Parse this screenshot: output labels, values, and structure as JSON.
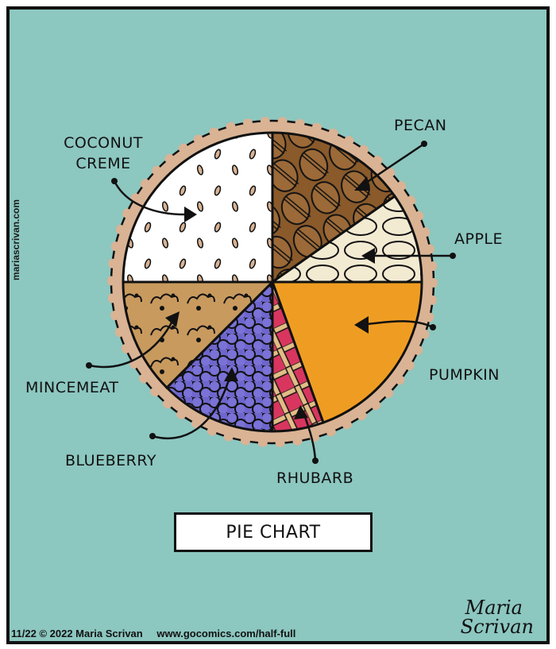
{
  "comic": {
    "title": "PIE CHART",
    "side_credit": "mariascrivan.com",
    "footer": {
      "date": "11/22",
      "copyright": "© 2022  Maria Scrivan",
      "url": "www.gocomics.com/half-full"
    },
    "signature": {
      "line1": "Maria",
      "line2": "Scrivan"
    },
    "colors": {
      "background": "#8cc7c0",
      "crust": "#d9b394",
      "coconut_creme": "#ffffff",
      "pecan": "#8a5a2b",
      "apple": "#f3ead2",
      "pumpkin": "#ef9d22",
      "rhubarb": "#d8365f",
      "blueberry": "#6e66cc",
      "mincemeat": "#c89a5e"
    },
    "labels": {
      "coconut_line1": "COCONUT",
      "coconut_line2": "CREME",
      "pecan": "PECAN",
      "apple": "APPLE",
      "pumpkin": "PUMPKIN",
      "rhubarb": "RHUBARB",
      "blueberry": "BLUEBERRY",
      "mincemeat": "MINCEMEAT"
    }
  },
  "chart_data": {
    "type": "pie",
    "title": "PIE CHART",
    "categories": [
      "Coconut Creme",
      "Pecan",
      "Apple",
      "Pumpkin",
      "Rhubarb",
      "Blueberry",
      "Mincemeat"
    ],
    "values": [
      25,
      15,
      10,
      19,
      6,
      12,
      13
    ],
    "unit": "approximate % of pie (estimated from slice angles)",
    "start_angle_deg": 0,
    "direction": "clockwise from 12 o'clock starting with Pecan; Coconut Creme occupies the upper-left quadrant",
    "slice_angles_deg": {
      "Pecan": [
        0,
        55
      ],
      "Apple": [
        55,
        90
      ],
      "Pumpkin": [
        90,
        160
      ],
      "Rhubarb": [
        160,
        180
      ],
      "Blueberry": [
        180,
        225
      ],
      "Mincemeat": [
        225,
        270
      ],
      "Coconut Creme": [
        270,
        360
      ]
    },
    "legend": "none (callout labels with arrows)",
    "annotations": [
      "COCONUT CREME",
      "PECAN",
      "APPLE",
      "PUMPKIN",
      "RHUBARB",
      "BLUEBERRY",
      "MINCEMEAT"
    ]
  }
}
